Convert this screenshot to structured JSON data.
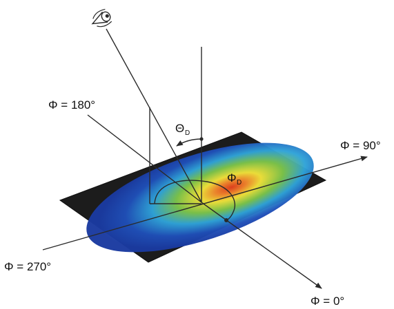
{
  "diagram": {
    "labels": {
      "phi_0": "Φ = 0°",
      "phi_90": "Φ = 90°",
      "phi_180": "Φ = 180°",
      "phi_270": "Φ = 270°",
      "theta_symbol": "Θ",
      "theta_subscript": "D",
      "phi_symbol": "Φ",
      "phi_subscript": "D"
    },
    "icons": {
      "observer": "eye-icon"
    },
    "colors": {
      "plate": "#1c1c1c",
      "distribution_outer": "#1f4fb8",
      "distribution_mid": "#2fa3d8",
      "distribution_green": "#7cc44a",
      "distribution_yellow": "#f0e23a",
      "distribution_core": "#e2401e",
      "lines": "#2a2a2a"
    }
  }
}
